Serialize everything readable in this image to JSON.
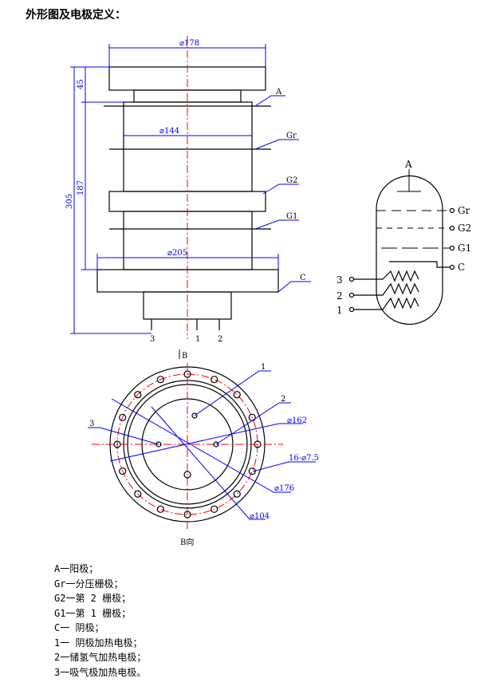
{
  "title": "外形图及电极定义：",
  "dimensions": {
    "d178": "⌀178",
    "d144": "⌀144",
    "d205": "⌀205",
    "h45": "45",
    "h187": "187",
    "h305": "305",
    "d162": "⌀162",
    "holes": "16-⌀7.5",
    "d176": "⌀176",
    "d104": "⌀104"
  },
  "side_labels": {
    "A": "A",
    "Gr": "Gr",
    "G2": "G2",
    "G1": "G1",
    "C": "C",
    "pin3": "3",
    "pin1": "1",
    "pin2": "2",
    "arrow_b": "B"
  },
  "bottom_labels": {
    "p1": "1",
    "p2": "2",
    "p3": "3",
    "view": "B向"
  },
  "schematic": {
    "A": "A",
    "Gr": "Gr",
    "G2": "G2",
    "G1": "G1",
    "C": "C",
    "h3": "3",
    "h2": "2",
    "h1": "1"
  },
  "legend": [
    "A一阳极；",
    "Gr一分压栅极；",
    "G2一第 2 栅极；",
    "G1一第 1 栅极；",
    "C一 阴极；",
    "1一 阴极加热电极；",
    "2一储氢气加热电极；",
    "3一吸气极加热电极。"
  ]
}
